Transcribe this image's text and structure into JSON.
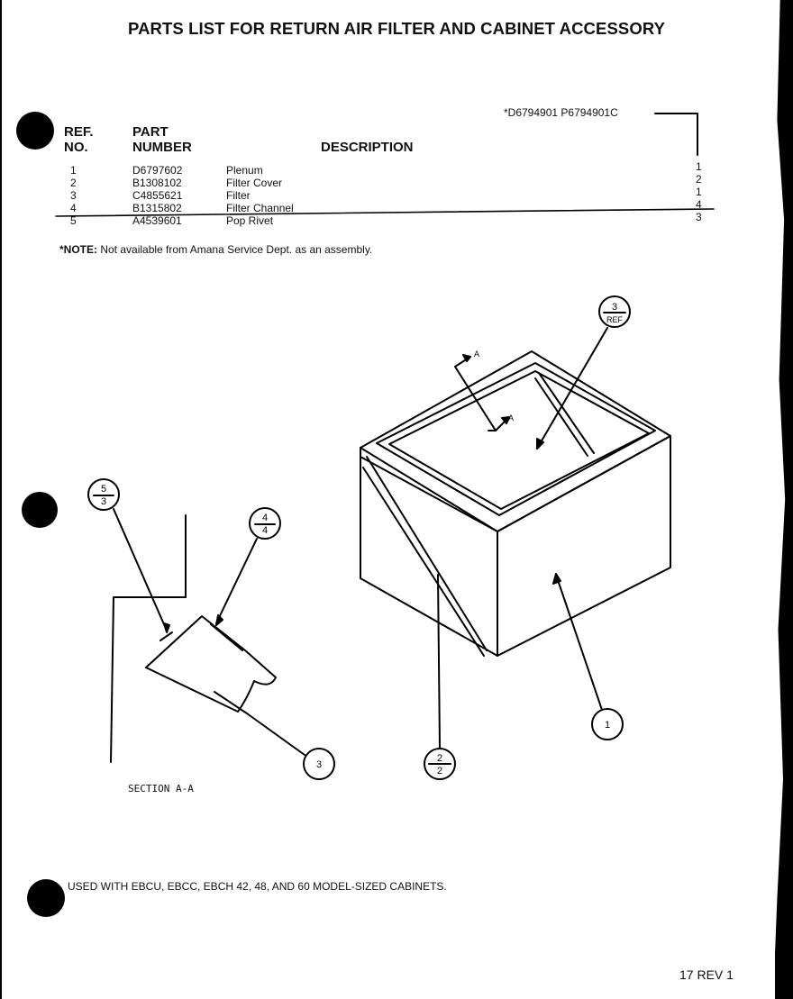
{
  "title": "PARTS LIST FOR RETURN AIR FILTER AND CABINET ACCESSORY",
  "table": {
    "headers": {
      "ref_line1": "REF.",
      "ref_line2": "NO.",
      "part_line1": "PART",
      "part_line2": "NUMBER",
      "description": "DESCRIPTION"
    },
    "model_codes": "*D6794901  P6794901C",
    "rows": [
      {
        "ref": "1",
        "part": "D6797602",
        "desc": "Plenum",
        "qty": "1"
      },
      {
        "ref": "2",
        "part": "B1308102",
        "desc": "Filter Cover",
        "qty": "2"
      },
      {
        "ref": "3",
        "part": "C4855621",
        "desc": "Filter",
        "qty": "1"
      },
      {
        "ref": "4",
        "part": "B1315802",
        "desc": "Filter Channel",
        "qty": "4"
      },
      {
        "ref": "5",
        "part": "A4539601",
        "desc": "Pop Rivet",
        "qty": "3"
      }
    ]
  },
  "note": {
    "label": "*NOTE:",
    "text": "Not available from Amana Service Dept. as an assembly."
  },
  "callouts": {
    "c3ref_top": "3",
    "c3ref_bottom": "REF",
    "c1": "1",
    "c2_top": "2",
    "c2_bottom": "2",
    "c5_top": "5",
    "c5_bottom": "3",
    "c4_top": "4",
    "c4_bottom": "4",
    "c3": "3",
    "section_a": "A"
  },
  "section_label": "SECTION A-A",
  "used_with": "USED WITH EBCU, EBCC, EBCH 42, 48, AND 60 MODEL-SIZED  CABINETS.",
  "page_number": "17 REV  1"
}
